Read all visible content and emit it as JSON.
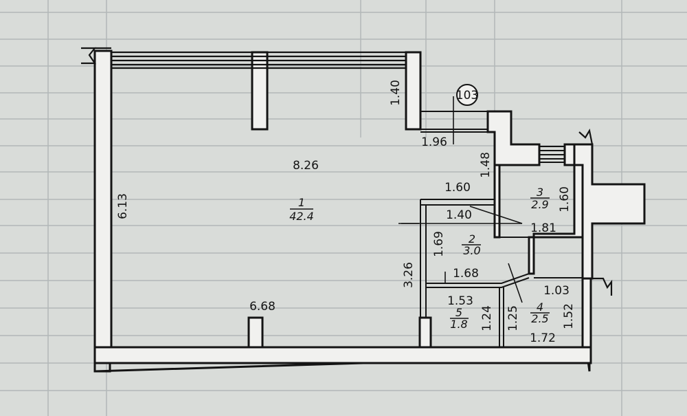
{
  "colors": {
    "paper": "#d9dcd9",
    "ink": "#141414",
    "wall_fill": "#f1f1ef",
    "table_line": "#b2b7b8",
    "table_text": "#9aa0a3"
  },
  "background_table": {
    "rows": [
      {
        "num": "",
        "name": "",
        "v1": "",
        "v2": ""
      },
      {
        "num": "",
        "name": "",
        "v1": "",
        "v2": ""
      },
      {
        "num": "",
        "name": "",
        "v1": "",
        "v2": ""
      },
      {
        "num": "",
        "name": "",
        "v1": "",
        "v2": ""
      },
      {
        "num": "",
        "name": "",
        "v1": "",
        "v2": ""
      }
    ]
  },
  "marker": {
    "label": "103"
  },
  "rooms": [
    {
      "id": "room-1",
      "number": "1",
      "area": "42.4"
    },
    {
      "id": "room-2",
      "number": "2",
      "area": "3.0"
    },
    {
      "id": "room-3",
      "number": "3",
      "area": "2.9"
    },
    {
      "id": "room-4",
      "number": "4",
      "area": "2.5"
    },
    {
      "id": "room-5",
      "number": "5",
      "area": "1.8"
    }
  ],
  "dimensions": {
    "main_width_top": "8.26",
    "main_width_bottom": "6.68",
    "main_height": "6.13",
    "window_wall": "1.40",
    "marker_width": "1.96",
    "corridor_a": "1.48",
    "corridor_b": "1.60",
    "room2_width": "1.40",
    "room2_height": "1.69",
    "room3_width": "1.81",
    "room3_height": "1.60",
    "hall_height": "3.26",
    "room5_top": "1.68",
    "room5_width": "1.53",
    "room5_height": "1.24",
    "room4_door": "1.25",
    "room4_width_top": "1.03",
    "room4_width_bottom": "1.72",
    "room4_height": "1.52"
  }
}
